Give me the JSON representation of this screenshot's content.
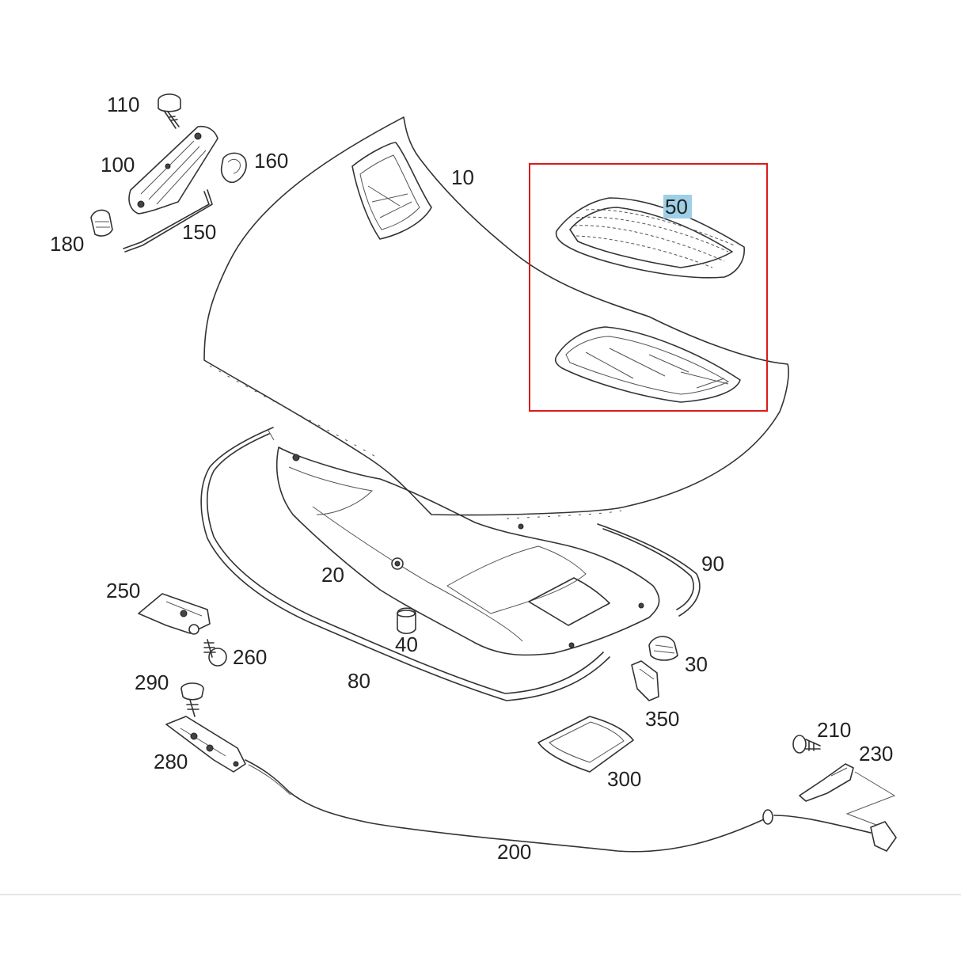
{
  "diagram": {
    "colors": {
      "highlight_box": "#dd1a1a",
      "label_highlight_bg": "#9ecfe6",
      "line": "#333333",
      "page_divider": "#cccccc"
    },
    "highlighted_part": "50",
    "callouts": {
      "c110": "110",
      "c100": "100",
      "c160": "160",
      "c180": "180",
      "c150": "150",
      "c10": "10",
      "c50": "50",
      "c20": "20",
      "c90": "90",
      "c250": "250",
      "c40": "40",
      "c260": "260",
      "c30": "30",
      "c80": "80",
      "c290": "290",
      "c350": "350",
      "c210": "210",
      "c230": "230",
      "c280": "280",
      "c300": "300",
      "c200": "200"
    }
  }
}
